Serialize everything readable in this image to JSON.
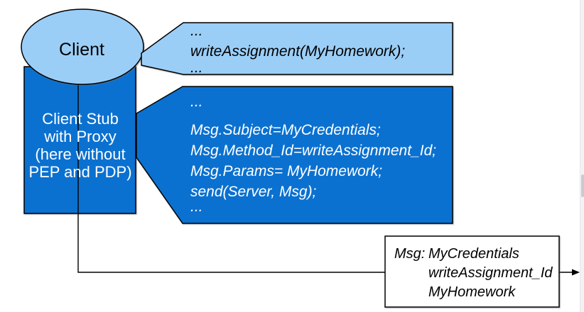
{
  "colors": {
    "dark_blue": "#0B71D0",
    "light_blue": "#9BCEF7",
    "outline": "#000000",
    "line": "#000000",
    "message_box_fill": "#FFFFFF",
    "text_dark": "#000000",
    "text_light": "#FFFFFF"
  },
  "client": {
    "label": "Client"
  },
  "client_stub": {
    "lines": [
      "Client Stub",
      "with Proxy",
      "(here without",
      "PEP and PDP)"
    ]
  },
  "client_code_callout": {
    "lines": [
      "...",
      "writeAssignment(MyHomework);",
      "..."
    ]
  },
  "stub_code_callout": {
    "lines": [
      "...",
      "Msg.Subject=MyCredentials;",
      "Msg.Method_Id=writeAssignment_Id;",
      "Msg.Params= MyHomework;",
      "send(Server, Msg);",
      "..."
    ]
  },
  "message_box": {
    "label": "Msg:",
    "lines": [
      "MyCredentials",
      "writeAssignment_Id",
      "MyHomework"
    ]
  }
}
